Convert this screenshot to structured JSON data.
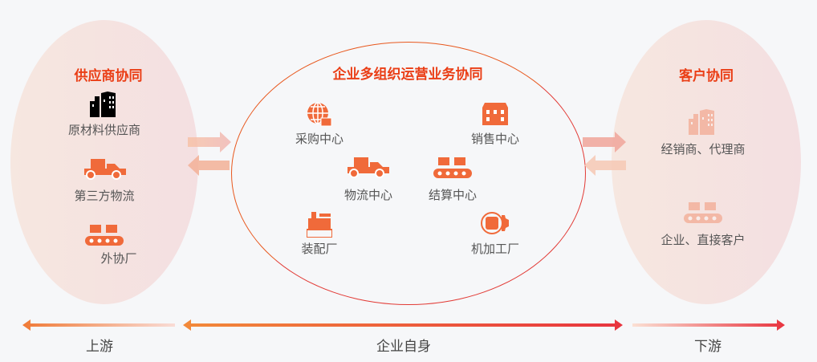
{
  "left": {
    "title": "供应商协同",
    "items": [
      "原材料供应商",
      "第三方物流",
      "外协厂"
    ]
  },
  "center": {
    "title": "企业多组织运营业务协同",
    "items": [
      "采购中心",
      "销售中心",
      "物流中心",
      "结算中心",
      "装配厂",
      "机加工厂"
    ]
  },
  "right": {
    "title": "客户协同",
    "items": [
      "经销商、代理商",
      "企业、直接客户"
    ]
  },
  "bottom": {
    "upstream": "上游",
    "self": "企业自身",
    "downstream": "下游"
  },
  "colors": {
    "accent_start": "#f28a3a",
    "accent_end": "#e8343f"
  }
}
